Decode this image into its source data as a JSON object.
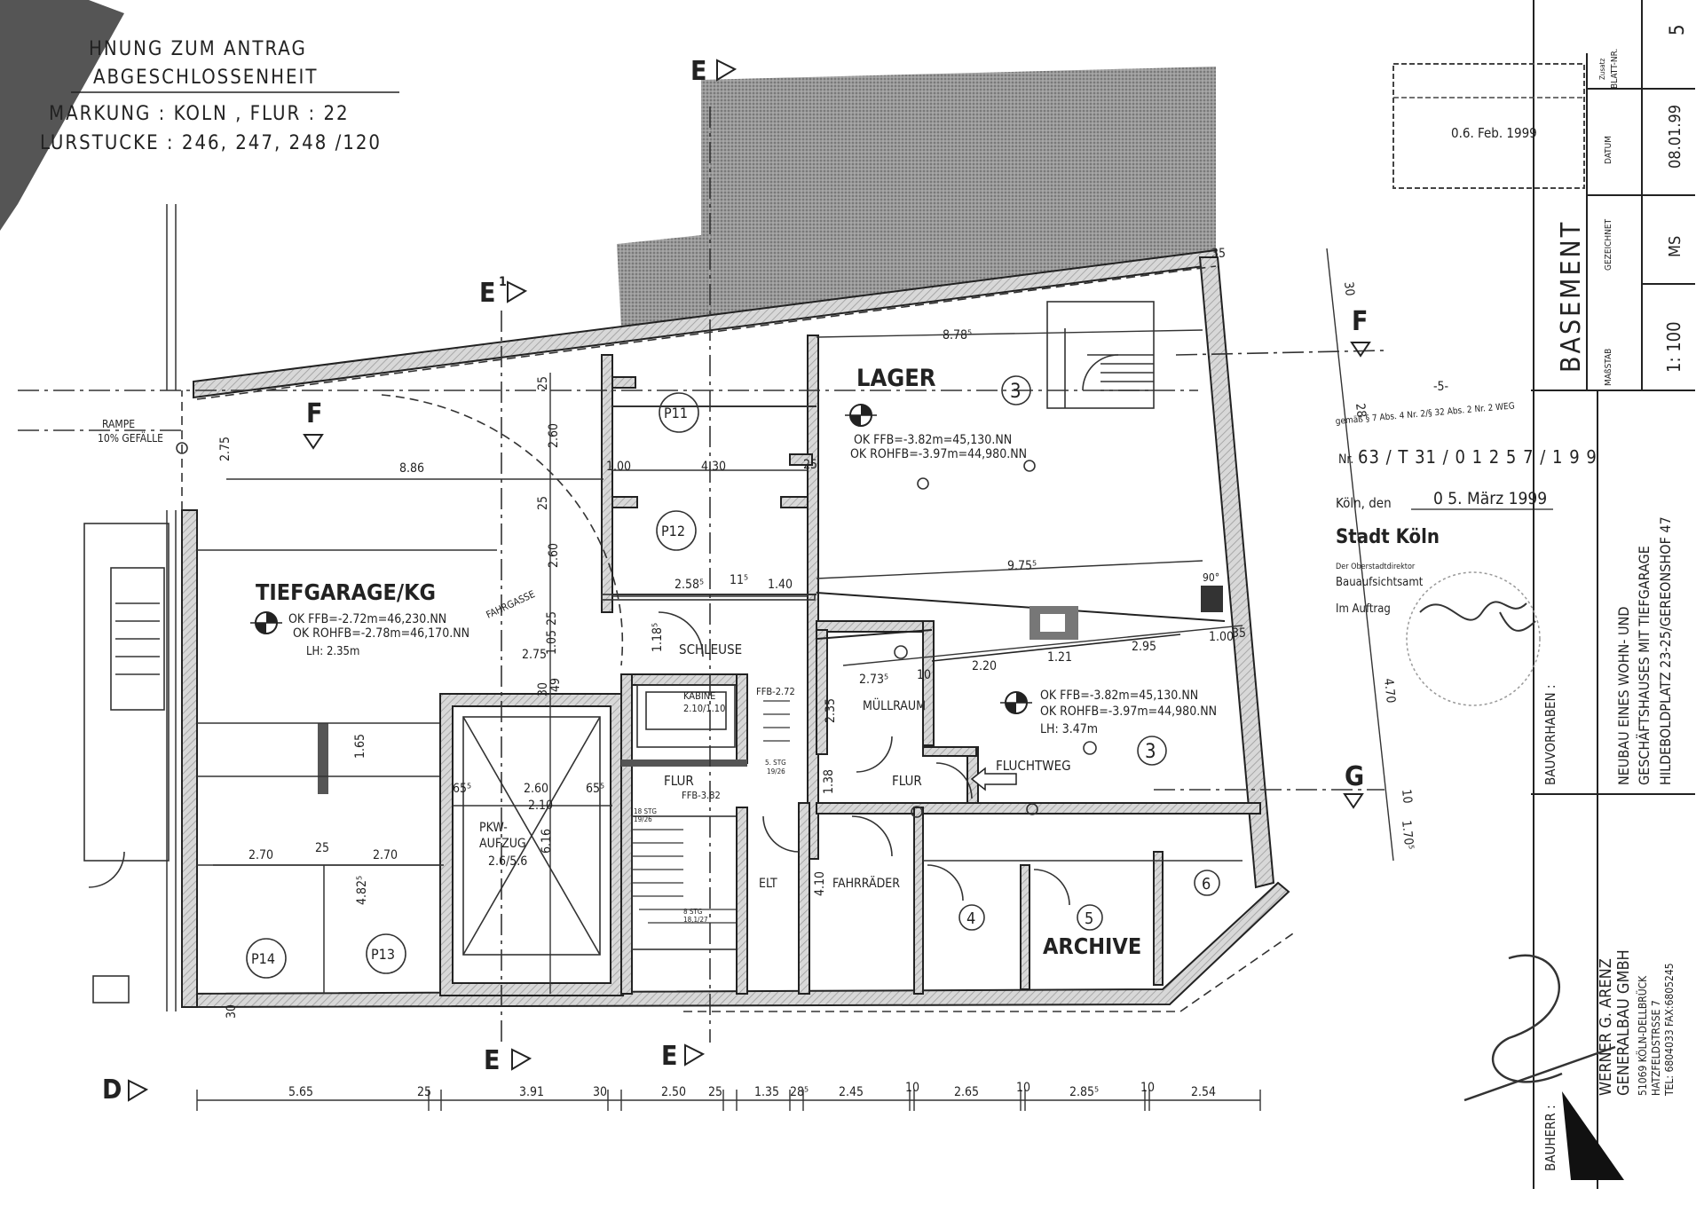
{
  "header": {
    "line1": "HNUNG ZUM ANTRAG",
    "line2": "ABGESCHLOSSENHEIT",
    "line3": "MARKUNG : KOLN ,  FLUR : 22",
    "line4": "LURSTUCKE : 246, 247, 248 /120"
  },
  "section_marks": {
    "e_top": "E",
    "e1_left": "E",
    "e1_superscript": "1",
    "e1_bottom": "E",
    "e_bottom": "E",
    "f_left": "F",
    "f_right": "F",
    "g_right": "G",
    "d_left": "D"
  },
  "ramp": {
    "label": "RAMPE",
    "slope": "10% GEFÄLLE"
  },
  "rooms": {
    "tiefgarage": {
      "name": "TIEFGARAGE/KG",
      "ffb": "OK FFB=-2.72m=46,230.NN",
      "rohfb": "OK ROHFB=-2.78m=46,170.NN",
      "lh": "LH: 2.35m"
    },
    "fahrgasse": "FAHRGASSE",
    "lager": {
      "name": "LAGER",
      "ffb": "OK FFB=-3.82m=45,130.NN",
      "rohfb": "OK ROHFB=-3.97m=44,980.NN",
      "unit": "3"
    },
    "area3": {
      "ffb": "OK FFB=-3.82m=45,130.NN",
      "rohfb": "OK ROHFB=-3.97m=44,980.NN",
      "lh": "LH: 3.47m",
      "unit": "3"
    },
    "schleuse": "SCHLEUSE",
    "kabine": {
      "name": "KABINE",
      "size": "2.10/1.10"
    },
    "pkw": {
      "line1": "PKW-",
      "line2": "AUFZUG",
      "size": "2.6/5.6"
    },
    "flur1": {
      "name": "FLUR",
      "ffb": "FFB-3.82"
    },
    "flur2": "FLUR",
    "ffb_schleuse": "FFB-2.72",
    "muellraum": "MÜLLRAUM",
    "fluchtweg": "FLUCHTWEG",
    "elt": "ELT",
    "fahrraeder": "FAHRRÄDER",
    "archive": "ARCHIVE",
    "units": [
      "4",
      "5",
      "6"
    ],
    "parking": [
      "P11",
      "P12",
      "P13",
      "P14"
    ],
    "stairs": {
      "s1": "5. STG",
      "s1b": "19/26",
      "s2": "18 STG",
      "s2b": "19/26",
      "s3": "8 STG",
      "s3b": "18,1/27"
    }
  },
  "dimensions": {
    "bottom": [
      "5.65",
      "25",
      "3.91",
      "30",
      "2.50",
      "25",
      "1.35",
      "28⁵",
      "2.45",
      "10",
      "2.65",
      "10",
      "2.85⁵",
      "10",
      "2.54"
    ],
    "inner": [
      "8.86",
      "2.75",
      "2.60",
      "2.60",
      "25",
      "25",
      "1.00",
      "4.30",
      "25",
      "2.58⁵",
      "11⁵",
      "1.40",
      "1.18⁵",
      "2.75",
      "1.05",
      "25",
      "30",
      "49",
      "1.65",
      "65⁵",
      "2.60",
      "65⁵",
      "2.10",
      "6.16",
      "2.70",
      "25",
      "2.70",
      "4.82⁵",
      "30",
      "8.78⁵",
      "9.75⁵",
      "2.73⁵",
      "10",
      "2.20",
      "1.21",
      "2.95",
      "1.00",
      "35",
      "2.35",
      "1.38",
      "4.10",
      "35",
      "30",
      "28",
      "4.70",
      "10",
      "1.70⁵",
      "90°"
    ]
  },
  "titleblock": {
    "blatt_label": "BLATT-NR.",
    "blatt_no": "5",
    "zusatz": "Zusatz",
    "stamp_date": "0.6. Feb. 1999",
    "datum_label": "DATUM",
    "datum": "08.01.99",
    "gezeichnet_label": "GEZEICHNET",
    "gezeichnet": "MS",
    "massstab_label": "MAßSTAB",
    "massstab": "1: 100",
    "title": "BASEMENT",
    "bauvorhaben_label": "BAUVORHABEN :",
    "project1": "NEUBAU EINES WOHN- UND",
    "project2": "GESCHÄFTSHAUSES MIT TIEFGARAGE",
    "project3": "HILDEBOLDPLATZ 23-25/GEREONSHOF 47",
    "bauherr_label": "BAUHERR :",
    "firm1": "WERNER G. ARENZ",
    "firm2": "GENERALBAU GMBH",
    "firm3": "51069 KÖLN-DELLBRÜCK",
    "firm4": "HATZFELDSTRSSE 7",
    "firm5": "TEL: 6804033 FAX:6805245"
  },
  "approval_stamp": {
    "header": "-5-",
    "law": "gemäß § 7 Abs. 4 Nr. 2/§ 32 Abs. 2 Nr. 2 WEG",
    "nr_label": "Nr.",
    "nr": "63 / T 31 / 0 1 2 5 7 / 1 9 9",
    "koeln_den": "Köln, den",
    "date": "0 5. März 1999",
    "city": "Stadt Köln",
    "director": "Der Oberstadtdirektor",
    "office": "Bauaufsichtsamt",
    "auftrag": "Im Auftrag"
  }
}
